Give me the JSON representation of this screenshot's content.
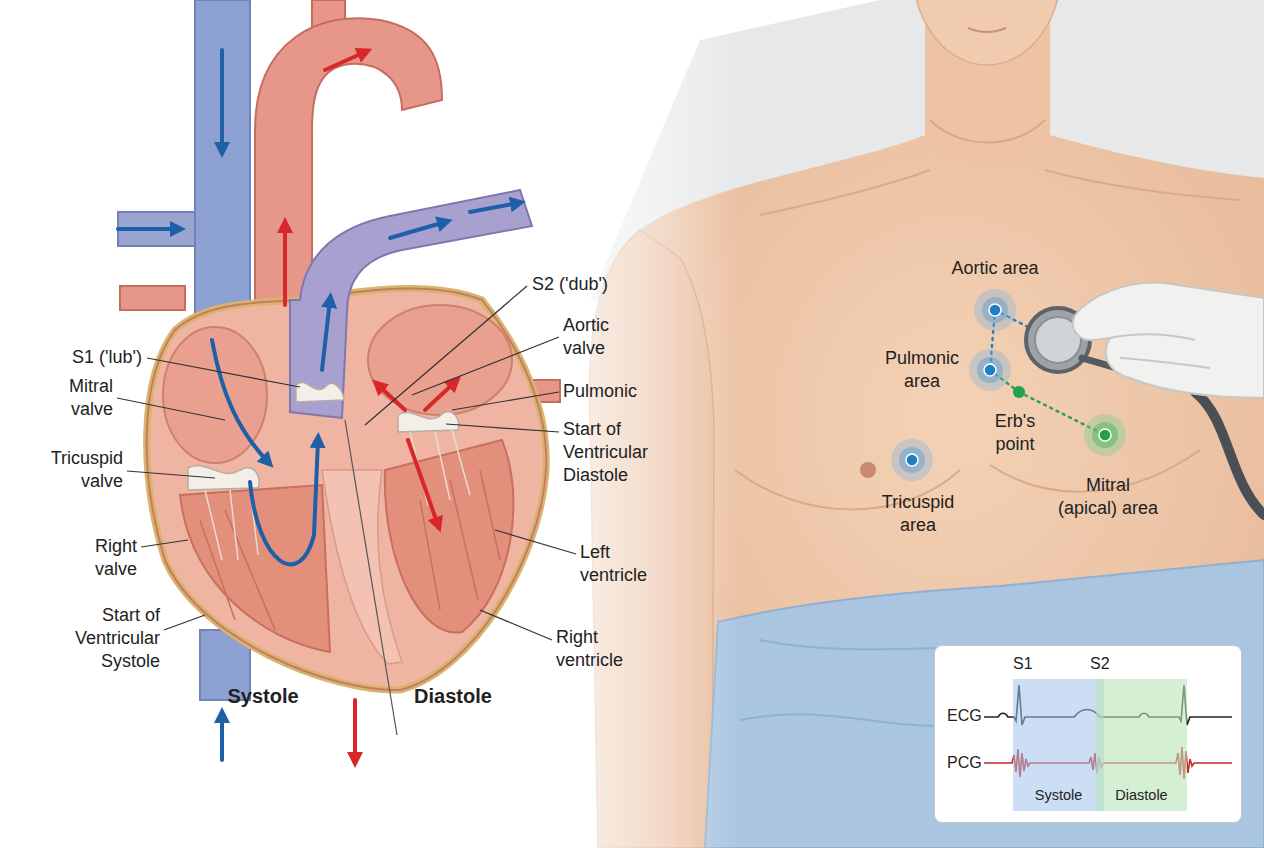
{
  "diagram": {
    "nodes": [
      {
        "text": [
          "S1",
          "S2",
          "ECG",
          "PCG"
        ]
      },
      {
        "text": [
          "Systole"
        ],
        "in": 0
      },
      {
        "text": [
          "Diastole"
        ],
        "in": 0
      }
    ],
    "labels": [
      "S1 ('lub')",
      "S2 ('dub')",
      "Aortic area",
      "Mitral valve",
      "Aortic valve",
      "Pulmonic area",
      "Pulmonic",
      "Erb's point",
      "Start of Ventricular Diastole",
      "Tricuspid valve",
      "Tricuspid area",
      "Mitral (apical) area",
      "Right valve",
      "Left ventricle",
      "Start of Ventricular Systole",
      "Right ventricle",
      "Systole",
      "Diastole"
    ]
  }
}
